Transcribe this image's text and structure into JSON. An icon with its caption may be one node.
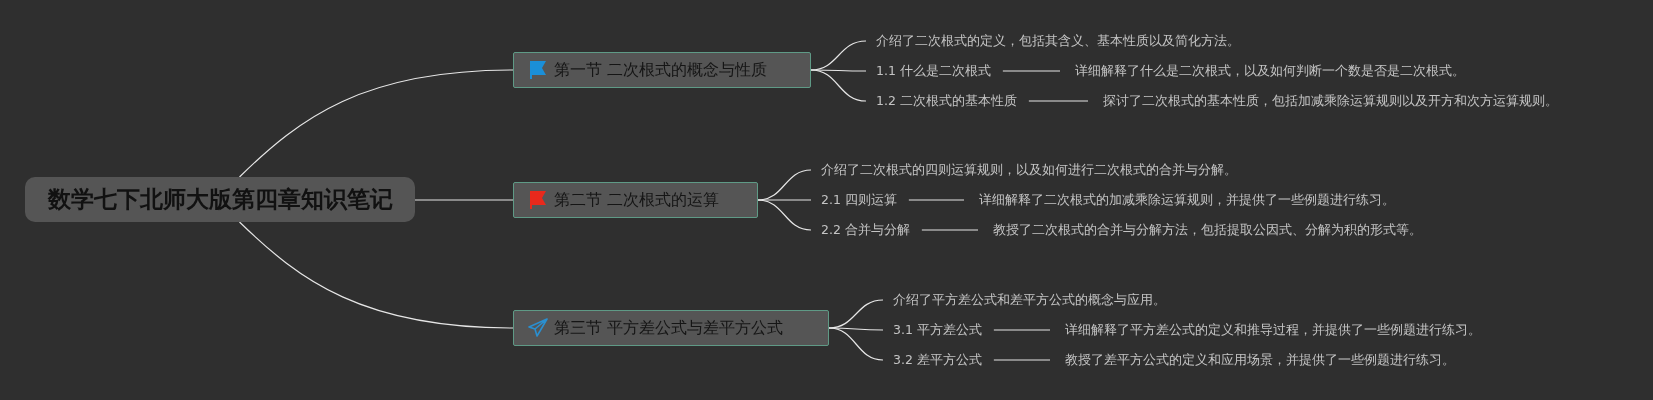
{
  "diagram": {
    "nodes": [
      {
        "text": [
          "数学七下北师大版第四章知识笔记"
        ]
      },
      {
        "text": [
          "第一节 二次根式的概念与性质"
        ]
      },
      {
        "text": [
          "介绍了二次根式的定义，包括其含义、基本性质以及简化方法。"
        ]
      },
      {
        "text": [
          "1.1 什么是二次根式"
        ]
      },
      {
        "text": [
          "详细解释了什么是二次根式，以及如何判断一个数是否是二次根式。"
        ]
      },
      {
        "text": [
          "1.2 二次根式的基本性质"
        ]
      },
      {
        "text": [
          "探讨了二次根式的基本性质，包括加减乘除运算规则以及开方和次方运算规则。"
        ]
      },
      {
        "text": [
          "第二节 二次根式的运算"
        ]
      },
      {
        "text": [
          "介绍了二次根式的四则运算规则，以及如何进行二次根式的合并与分解。"
        ]
      },
      {
        "text": [
          "2.1 四则运算"
        ]
      },
      {
        "text": [
          "详细解释了二次根式的加减乘除运算规则，并提供了一些例题进行练习。"
        ]
      },
      {
        "text": [
          "2.2 合并与分解"
        ]
      },
      {
        "text": [
          "教授了二次根式的合并与分解方法，包括提取公因式、分解为积的形式等。"
        ]
      },
      {
        "text": [
          "第三节 平方差公式与差平方公式"
        ]
      },
      {
        "text": [
          "介绍了平方差公式和差平方公式的概念与应用。"
        ]
      },
      {
        "text": [
          "3.1 平方差公式"
        ]
      },
      {
        "text": [
          "详细解释了平方差公式的定义和推导过程，并提供了一些例题进行练习。"
        ]
      },
      {
        "text": [
          "3.2 差平方公式"
        ]
      },
      {
        "text": [
          "教授了差平方公式的定义和应用场景，并提供了一些例题进行练习。"
        ]
      }
    ],
    "edges": [
      {
        "from": 0,
        "to": 1,
        "arrow": "none"
      },
      {
        "from": 0,
        "to": 7,
        "arrow": "none"
      },
      {
        "from": 0,
        "to": 13,
        "arrow": "none"
      },
      {
        "from": 1,
        "to": 2,
        "arrow": "none"
      },
      {
        "from": 1,
        "to": 3,
        "arrow": "none"
      },
      {
        "from": 1,
        "to": 5,
        "arrow": "none"
      },
      {
        "from": 3,
        "to": 4,
        "arrow": "none"
      },
      {
        "from": 5,
        "to": 6,
        "arrow": "none"
      },
      {
        "from": 7,
        "to": 8,
        "arrow": "none"
      },
      {
        "from": 7,
        "to": 9,
        "arrow": "none"
      },
      {
        "from": 7,
        "to": 11,
        "arrow": "none"
      },
      {
        "from": 9,
        "to": 10,
        "arrow": "none"
      },
      {
        "from": 11,
        "to": 12,
        "arrow": "none"
      },
      {
        "from": 13,
        "to": 14,
        "arrow": "none"
      },
      {
        "from": 13,
        "to": 15,
        "arrow": "none"
      },
      {
        "from": 13,
        "to": 17,
        "arrow": "none"
      },
      {
        "from": 15,
        "to": 16,
        "arrow": "none"
      },
      {
        "from": 17,
        "to": 18,
        "arrow": "none"
      }
    ]
  }
}
